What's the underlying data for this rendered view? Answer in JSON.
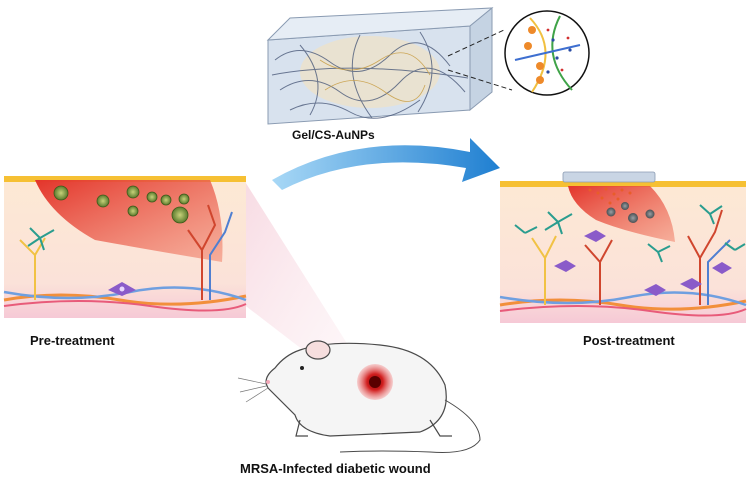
{
  "labels": {
    "hydrogel": "Gel/CS-AuNPs",
    "pre": "Pre-treatment",
    "post": "Post-treatment",
    "wound": "MRSA-Infected diabetic wound"
  },
  "colors": {
    "epidermis": "#f6c033",
    "dermis": "#fbe6cf",
    "wound_red": "#e0402f",
    "arrow_blue": "#2b8fd6",
    "bacteria": "#6b8a3c",
    "dead_cell": "#6f7478",
    "gel": "#b9c9dc"
  },
  "icons": [
    "mouse-icon",
    "bacteria-icon",
    "fibroblast-icon",
    "blood-vessel-icon",
    "hydrogel-block-icon",
    "zoom-circle-icon",
    "curved-arrow-icon"
  ]
}
